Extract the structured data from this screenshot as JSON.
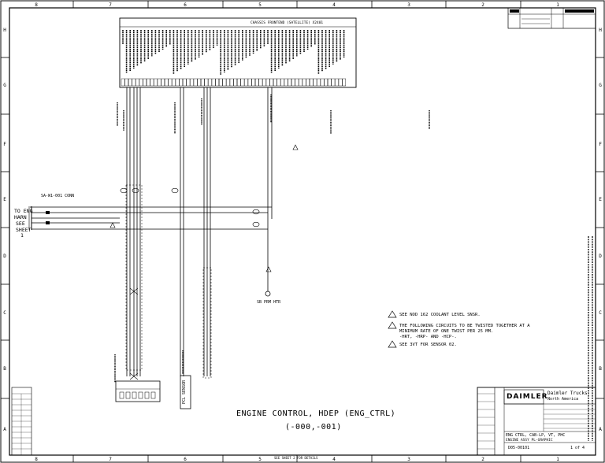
{
  "grid": {
    "columns_top": [
      "8",
      "7",
      "6",
      "5",
      "4",
      "3",
      "2",
      "1"
    ],
    "columns_bottom": [
      "8",
      "7",
      "6",
      "5",
      "4",
      "3",
      "2",
      "1"
    ],
    "rows_left": [
      "H",
      "G",
      "F",
      "E",
      "D",
      "C",
      "B",
      "A"
    ],
    "rows_right": [
      "H",
      "G",
      "F",
      "E",
      "D",
      "C",
      "B",
      "A"
    ]
  },
  "diagram": {
    "title": "ENGINE CONTROL, HDEP (ENG_CTRL)",
    "subtitle": "(-000,-001)",
    "connector_header": "CHASSIS FRONTEND (SATELLITE) X2401",
    "connector_left": "TO ENG HARN SEE SHEET 1",
    "connector_left_line1": "TO ENG",
    "connector_left_line2": "HARN",
    "connector_left_line3": "SEE",
    "connector_left_line4": "SHEET",
    "connector_left_line5": "1",
    "sensor_label": "SB PRM HTR",
    "pcb_label": "PCL SENSOR",
    "bottom_center_text": "SEE SHEET 2 FOR DETAILS"
  },
  "notes": [
    {
      "num": "1",
      "text": "SEE NOD 162 COOLANT LEVEL SNSR."
    },
    {
      "num": "2",
      "text": "THE FOLLOWING CIRCUITS TO BE TWISTED TOGETHER AT A\nMINIMUM RATE OF ONE TWIST PER 25 MM.\n-HRT, -HRP- AND -HCP-."
    },
    {
      "num": "3",
      "text": "SEE 3VT FOR SENSOR 02."
    }
  ],
  "title_block": {
    "company": "DAIMLER",
    "line1": "Daimler Trucks",
    "line2": "North America",
    "drawing_title": "ENG CTRL, CAB-LP, VT, PHC",
    "drawing_sub": "ENGINE ASSY PL-GRAPHIC",
    "drawing_no": "D05-00101",
    "sheet": "1 of 4"
  },
  "colors": {
    "ink": "#000000",
    "paper": "#ffffff"
  }
}
